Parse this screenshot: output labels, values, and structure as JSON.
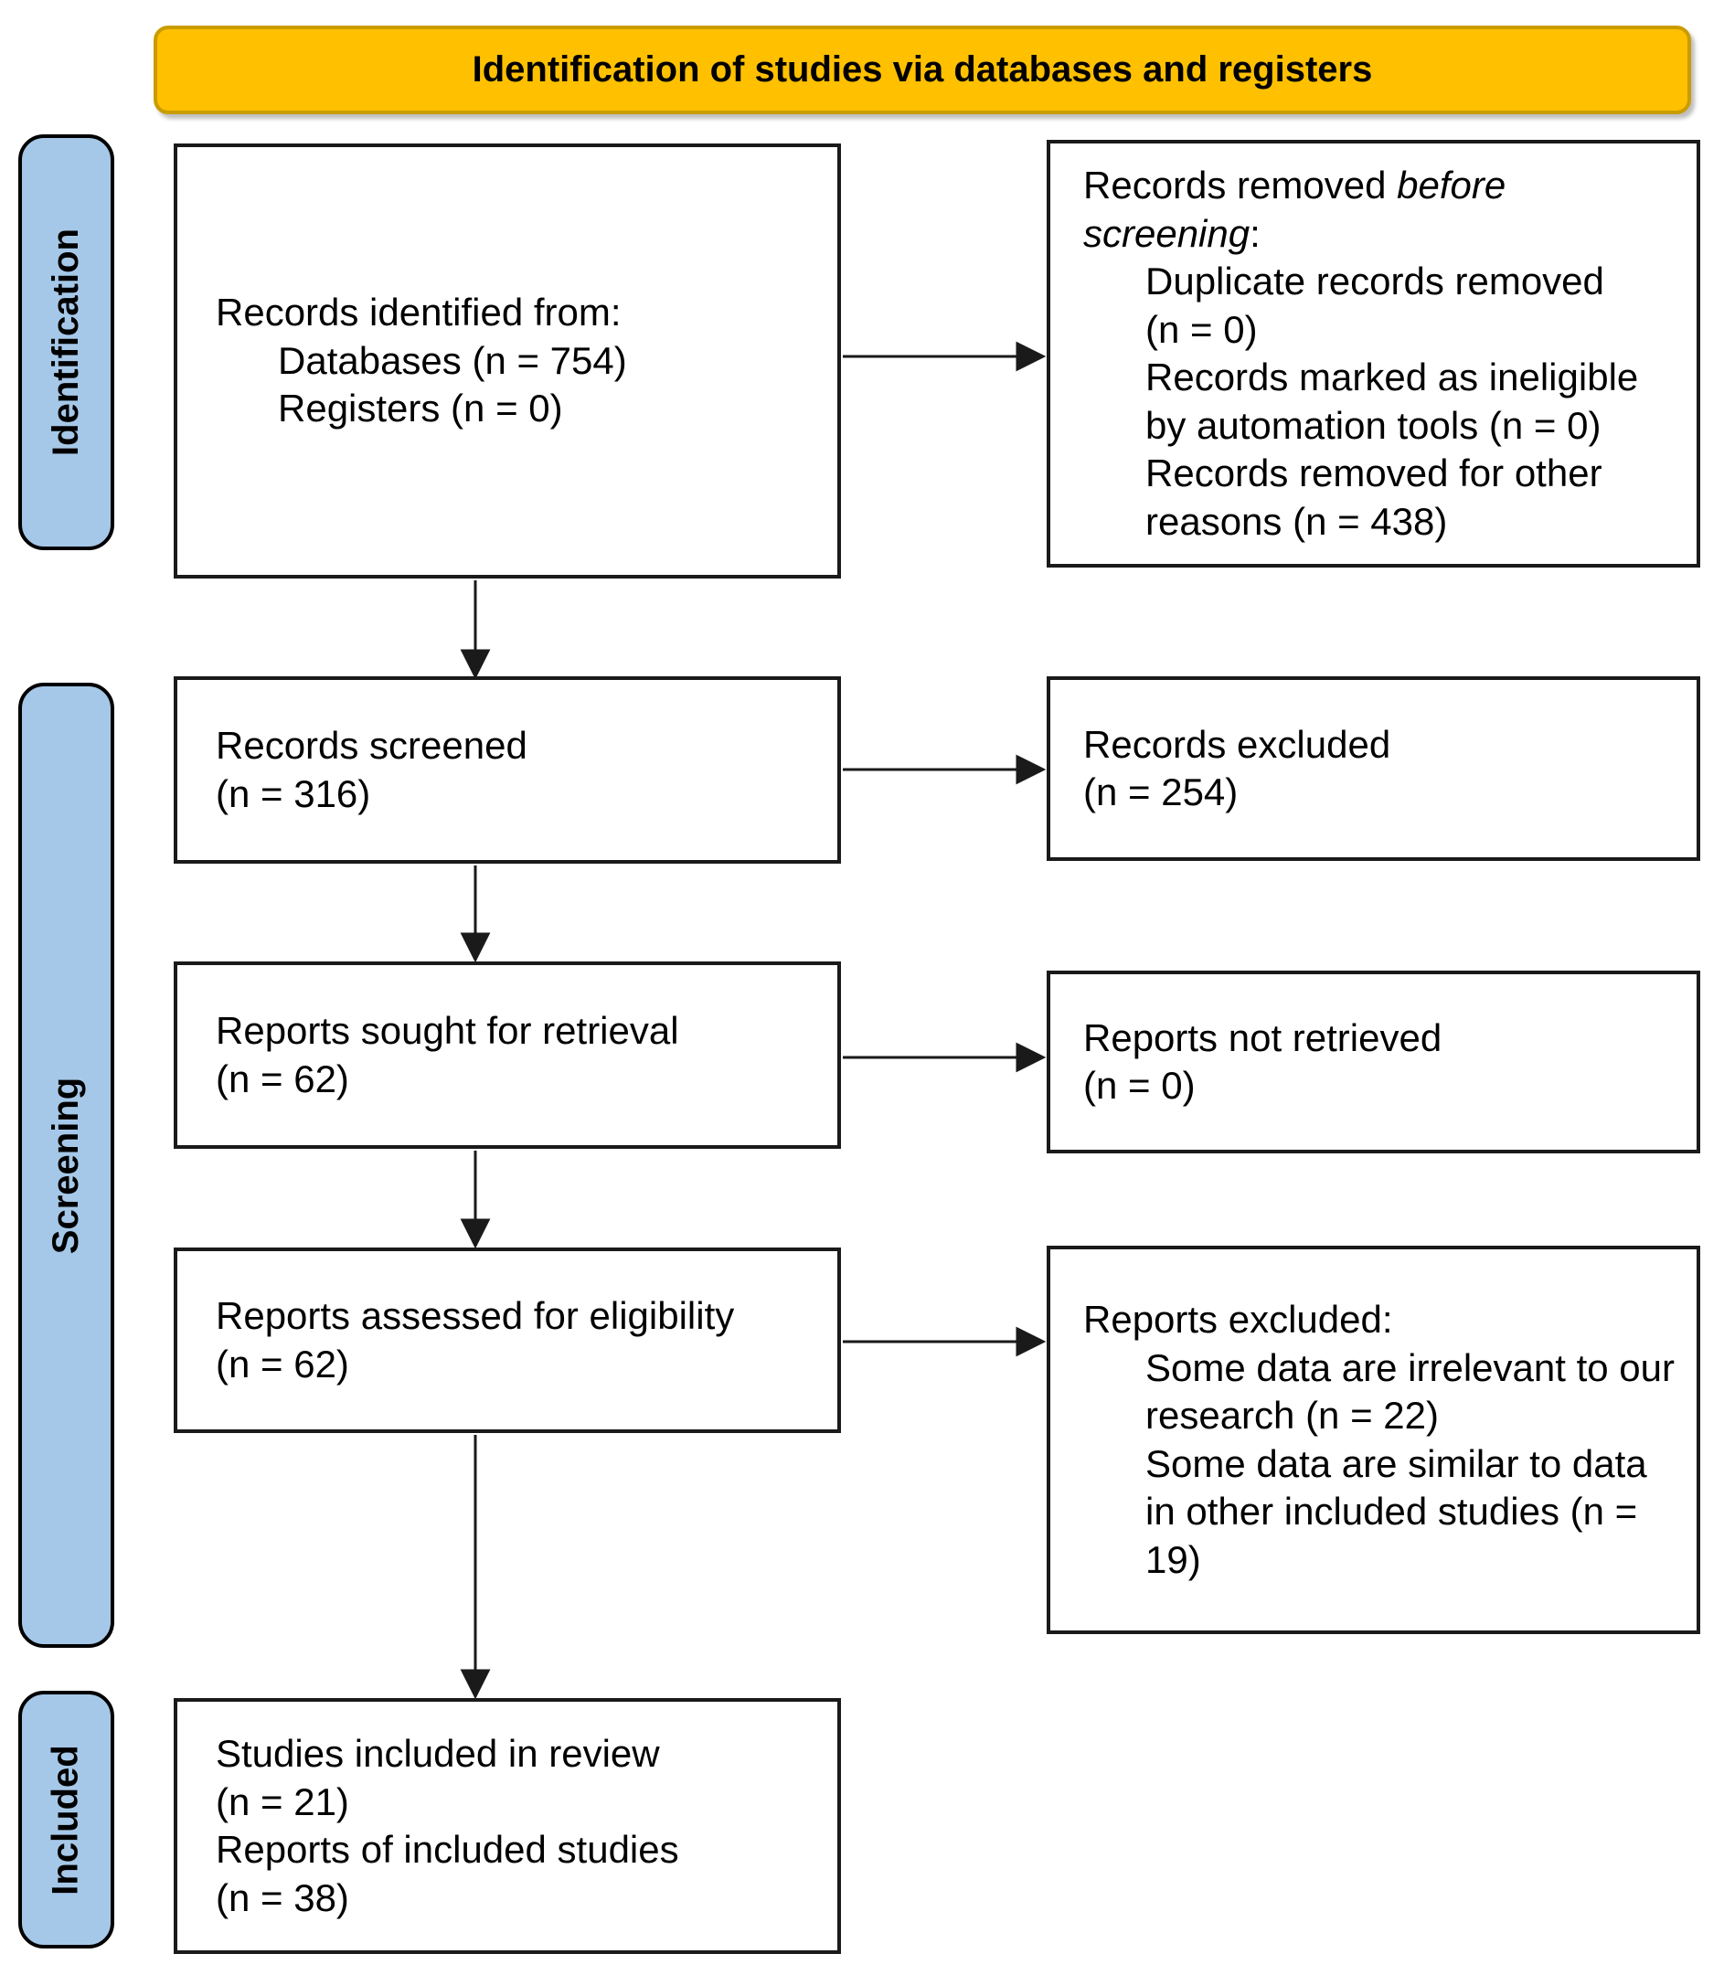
{
  "colors": {
    "banner_bg": "#FFC000",
    "banner_border": "#C99C00",
    "stage_bg": "#A6C8E8",
    "box_border": "#1a1a1a"
  },
  "banner": {
    "title": "Identification of studies via databases and registers"
  },
  "stages": {
    "identification": "Identification",
    "screening": "Screening",
    "included": "Included"
  },
  "boxes": {
    "records_identified": {
      "title": "Records identified from:",
      "items": [
        "Databases (n = 754)",
        "Registers (n = 0)"
      ]
    },
    "records_removed": {
      "title_l1_normal": "Records removed ",
      "title_l1_italic": "before",
      "title_l2_italic": "screening",
      "title_l2_normal": ":",
      "items": [
        "Duplicate records removed (n = 0)",
        "Records marked as ineligible by automation tools (n = 0)",
        "Records removed for other reasons (n = 438)"
      ]
    },
    "records_screened": {
      "line1": "Records screened",
      "line2": "(n = 316)"
    },
    "records_excluded": {
      "line1": "Records excluded",
      "line2": "(n = 254)"
    },
    "reports_sought": {
      "line1": "Reports sought for retrieval",
      "line2": "(n = 62)"
    },
    "reports_not_retrieved": {
      "line1": "Reports not retrieved",
      "line2": "(n = 0)"
    },
    "reports_assessed": {
      "line1": "Reports assessed for eligibility",
      "line2": "(n = 62)"
    },
    "reports_excluded": {
      "title": "Reports excluded:",
      "items": [
        "Some data are irrelevant to our research (n = 22)",
        "Some data are similar to data in other included studies (n = 19)"
      ]
    },
    "studies_included": {
      "lines": [
        "Studies included in review",
        "(n = 21)",
        "Reports of included studies",
        "(n = 38)"
      ]
    }
  }
}
